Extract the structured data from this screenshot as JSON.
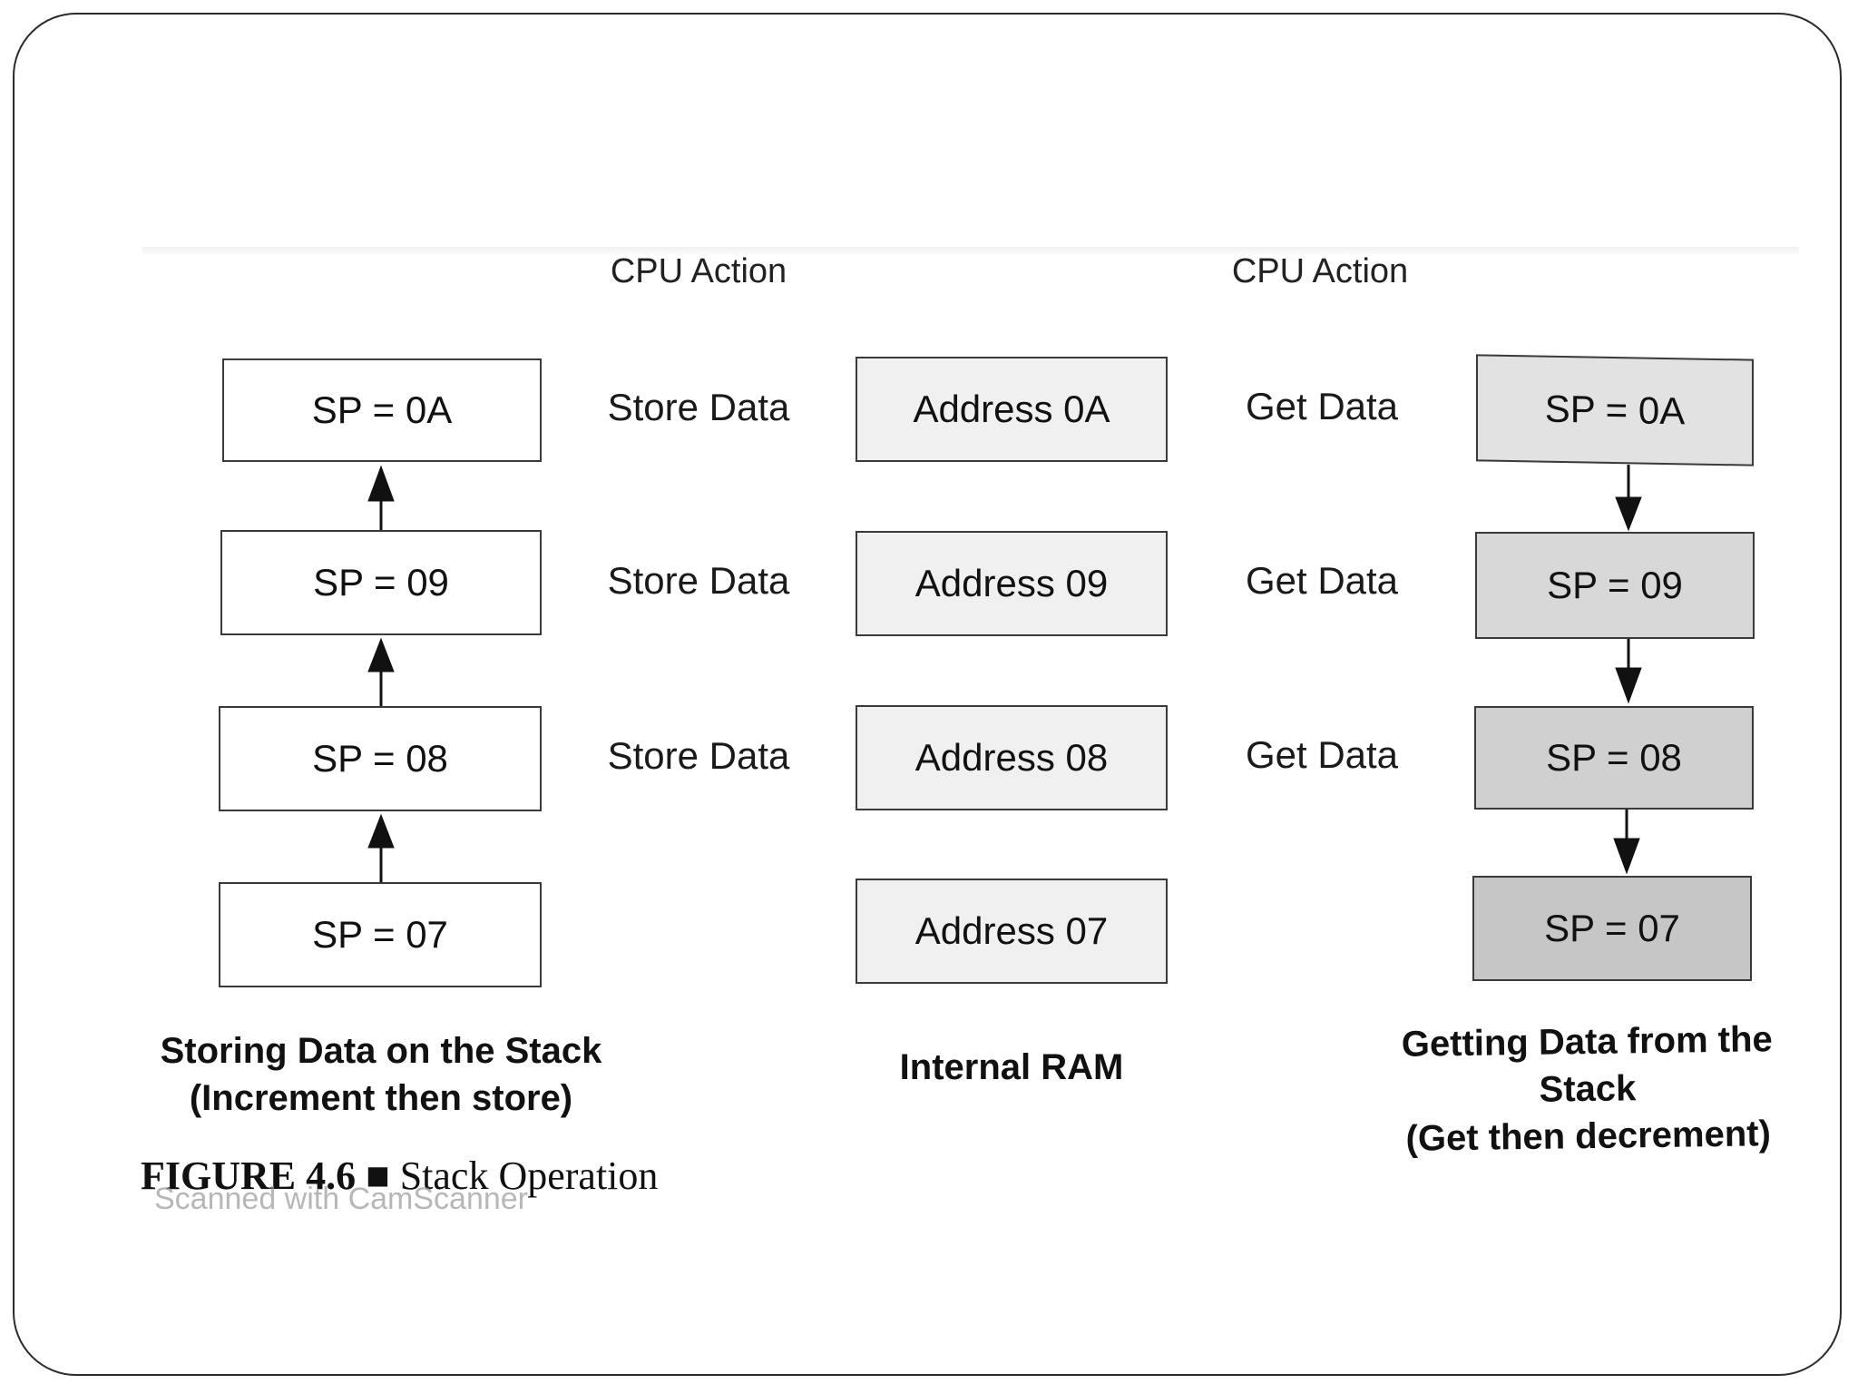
{
  "headers": {
    "cpu_action_left": "CPU Action",
    "cpu_action_right": "CPU Action"
  },
  "storing_column": {
    "boxes": [
      "SP = 0A",
      "SP = 09",
      "SP = 08",
      "SP = 07"
    ],
    "caption_line1": "Storing Data on the Stack",
    "caption_line2": "(Increment then store)"
  },
  "store_actions": [
    "Store Data",
    "Store Data",
    "Store Data"
  ],
  "ram_column": {
    "boxes": [
      "Address 0A",
      "Address 09",
      "Address 08",
      "Address 07"
    ],
    "caption": "Internal RAM"
  },
  "get_actions": [
    "Get Data",
    "Get Data",
    "Get Data"
  ],
  "getting_column": {
    "boxes": [
      "SP = 0A",
      "SP = 09",
      "SP = 08",
      "SP = 07"
    ],
    "caption_line1": "Getting Data from the Stack",
    "caption_line2": "(Get then decrement)"
  },
  "figure": {
    "label": "FIGURE 4.6",
    "separator": "■",
    "title": "Stack Operation"
  },
  "watermark": "Scanned with CamScanner"
}
